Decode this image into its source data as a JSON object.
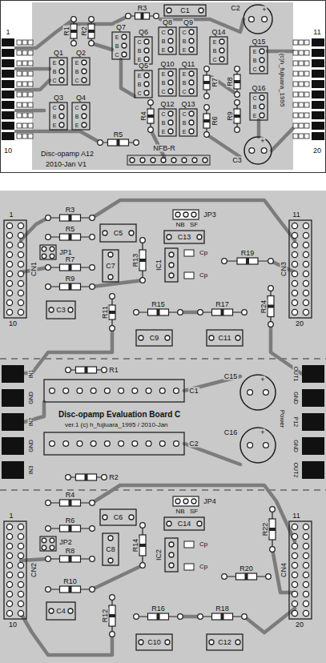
{
  "diagram": {
    "nodes": [
      {
        "text": [
          "Disc-opamp A12",
          "2010-Jan V1"
        ]
      },
      {
        "text": [
          "Disc-opamp Evaluation Board C",
          "ver.1 (c) h_fujiuara_1995 / 2010-Jan"
        ]
      }
    ],
    "labels": [
      "1",
      "10",
      "11",
      "20",
      "R1",
      "R2",
      "R3",
      "C1",
      "C2",
      "+",
      "Q7",
      "E",
      "B",
      "C",
      "Q6",
      "C",
      "B",
      "E",
      "Q5",
      "E",
      "B",
      "C",
      "Q8",
      "C",
      "B",
      "E",
      "Q9",
      "C",
      "B",
      "E",
      "Q10",
      "E",
      "B",
      "C",
      "Q11",
      "E",
      "B",
      "C",
      "Q12",
      "C",
      "B",
      "E",
      "Q13",
      "C",
      "B",
      "E",
      "Q14",
      "E",
      "B",
      "C",
      "Q15",
      "E",
      "B",
      "C",
      "Q16",
      "C",
      "B",
      "E",
      "Q1",
      "E",
      "B",
      "C",
      "Q2",
      "E",
      "B",
      "C",
      "Q3",
      "C",
      "B",
      "E",
      "Q4",
      "C",
      "B",
      "E",
      "R4",
      "R5",
      "R6",
      "R7",
      "R8",
      "R9",
      "C3",
      "+",
      "(c)h_fujiuara_1995",
      "NFB-R",
      "1",
      "10",
      "CN1",
      "11",
      "20",
      "CN3",
      "R3",
      "R5",
      "JP1",
      "R7",
      "R9",
      "C5",
      "C7",
      "JP3",
      "NB",
      "SF",
      "R13",
      "C13",
      "IC1",
      "Cp",
      "Cp",
      "R19",
      "C3",
      "R11",
      "R15",
      "R17",
      "R24",
      "C9",
      "C11",
      "IN1",
      "GND",
      "IN2",
      "GND",
      "IN3",
      "OUT1",
      "GND",
      "P12",
      "GND",
      "OUT2",
      "R1",
      "C1",
      "C2",
      "R2",
      "C15",
      "+",
      "C16",
      "+",
      "Power",
      "R4",
      "JP4",
      "NB",
      "SF",
      "C6",
      "R6",
      "JP2",
      "R8",
      "C8",
      "R14",
      "C14",
      "IC2",
      "Cp",
      "Cp",
      "R20",
      "R22",
      "R10",
      "C4",
      "R12",
      "R16",
      "R18",
      "C10",
      "C12",
      "1",
      "10",
      "CN2",
      "11",
      "20",
      "CN4"
    ]
  }
}
